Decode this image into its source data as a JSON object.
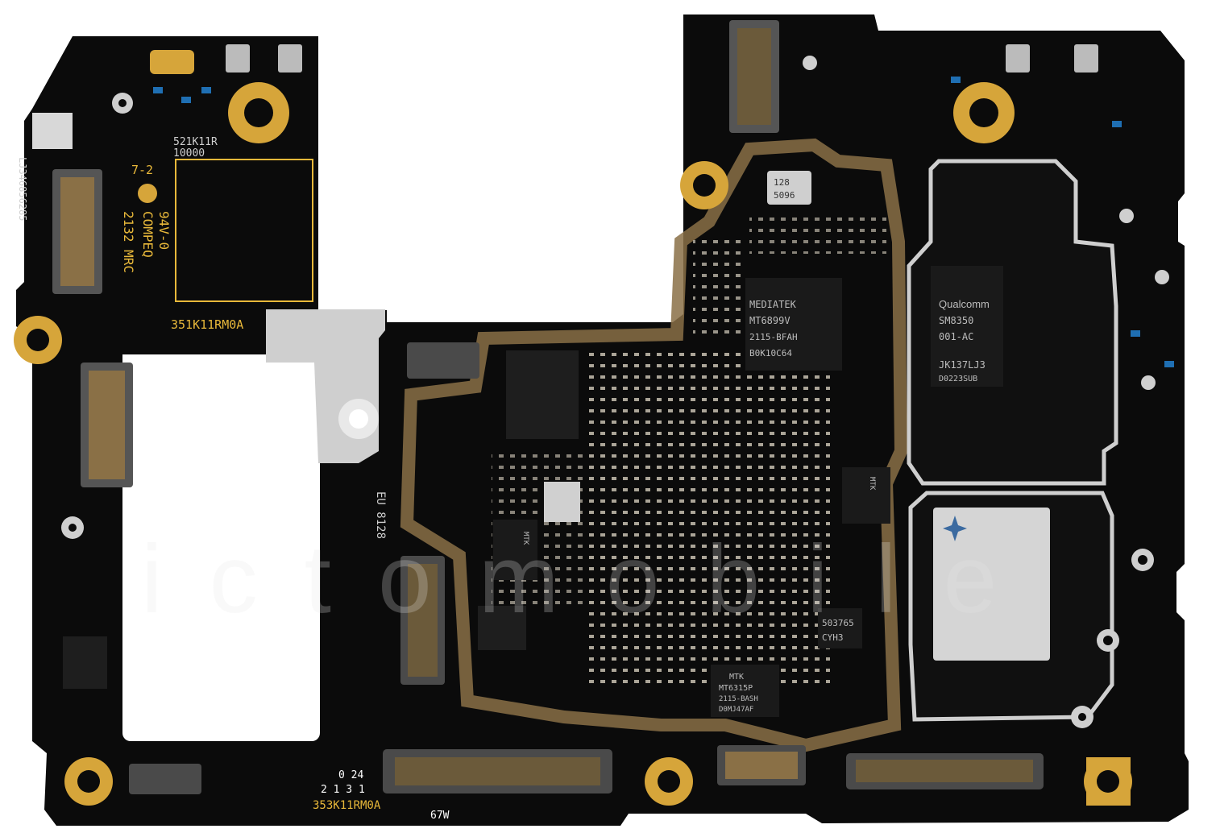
{
  "colors": {
    "board": "#0b0b0b",
    "silk": "#e8b83a",
    "gold": "#d6a53a",
    "shield": "#cfcfcf",
    "glue": "#8a7046",
    "chip": "#1a1a1a",
    "chip_text": "#bdbdbd",
    "cap": "#c9c2b5",
    "blue": "#1f6fb3",
    "watermark": "#e9e9e9"
  },
  "silkscreen": {
    "board_code_top": "521K11R",
    "board_code_sub": "10000",
    "rev": "7-2",
    "rating": "94V-0",
    "maker": "COMPEQ",
    "date": "2132 MRC",
    "part_upper": "351K11RM0A",
    "part_lower": "353K11RM0A",
    "side_code": "LJ346856285",
    "eu_code": "EU 8128",
    "date_lower_1": "0 24",
    "date_lower_2": "2 1 3 1",
    "power": "67W"
  },
  "chips": {
    "soc_brand": "MEDIATEK",
    "soc_model": "MT6899V",
    "soc_line2": "2115-BFAH",
    "soc_line3": "B0K10C64",
    "qc_brand": "Qualcomm",
    "qc_model": "SM8350",
    "qc_line2": "001-AC",
    "qc_line3": "JK137LJ3",
    "qc_line4": "D0223SUB",
    "crystal_1": "128",
    "crystal_2": "5096",
    "pmic_brand": "MTK",
    "pmic_model": "MT6315P",
    "pmic_line2": "2115-BASH",
    "pmic_line3": "D0MJ47AF",
    "chip_a": "503765",
    "chip_b": "CYH3",
    "pmic_small": "MTK",
    "pmic_side": "MTK"
  },
  "watermark": {
    "text": "ictomobile"
  }
}
